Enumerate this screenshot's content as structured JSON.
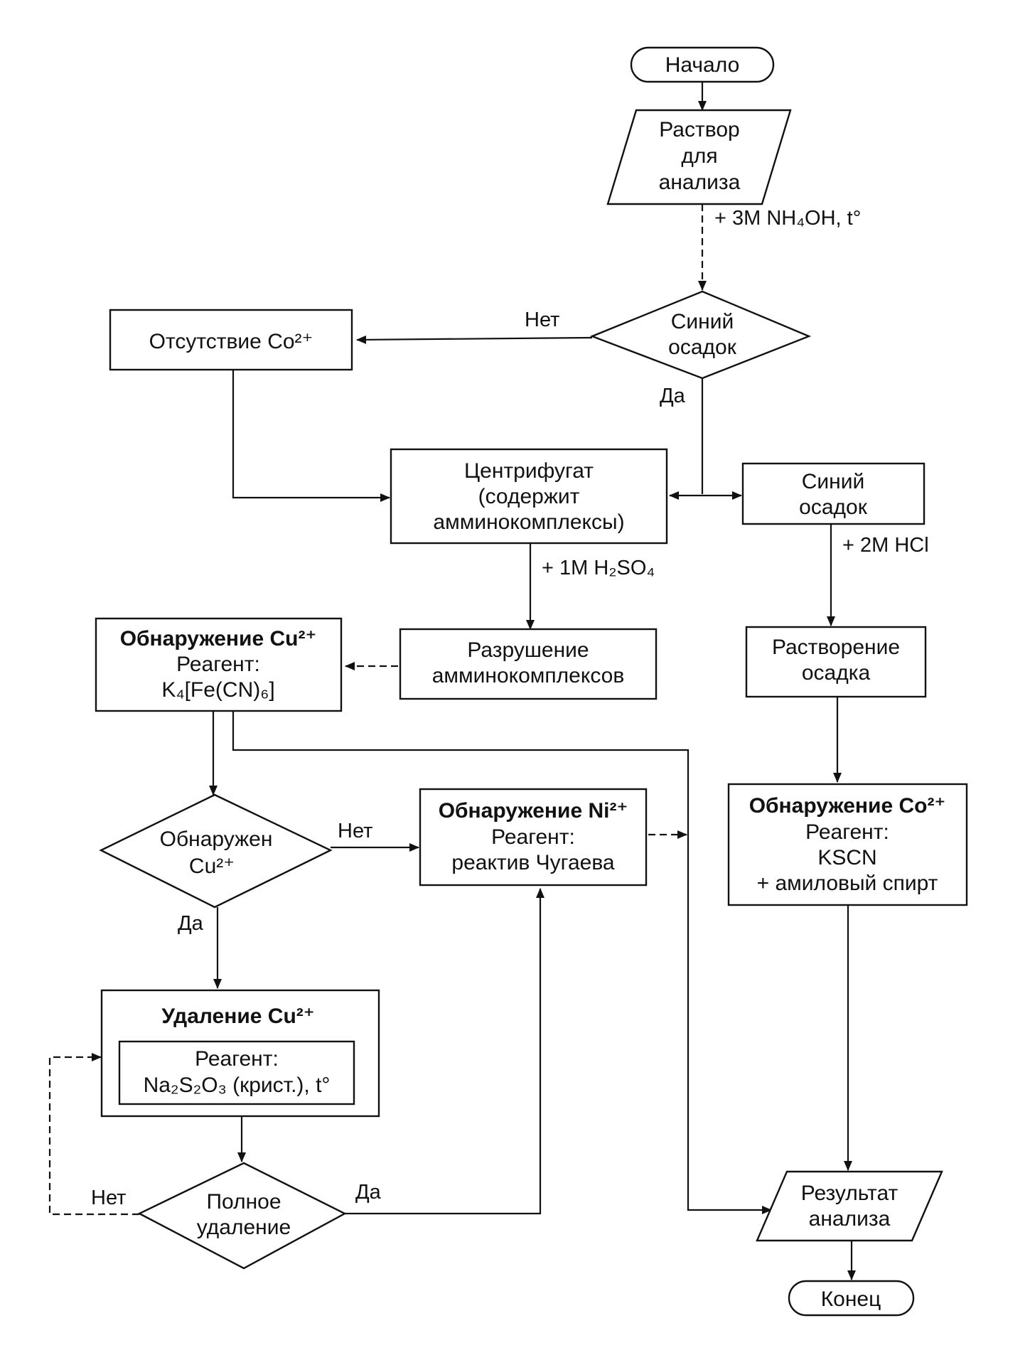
{
  "nodes": {
    "start": {
      "lines": [
        "Начало"
      ]
    },
    "input": {
      "lines": [
        "Раствор",
        "для",
        "анализа"
      ]
    },
    "decision_blue": {
      "lines": [
        "Синий",
        "осадок"
      ]
    },
    "no_co": {
      "lines": [
        "Отсутствие Co²⁺"
      ]
    },
    "centrifugate": {
      "lines": [
        "Центрифугат",
        "(содержит",
        "амминокомплексы)"
      ]
    },
    "blue_ppt": {
      "lines": [
        "Синий",
        "осадок"
      ]
    },
    "destroy": {
      "lines": [
        "Разрушение",
        "амминокомплексов"
      ]
    },
    "dissolve": {
      "lines": [
        "Растворение",
        "осадка"
      ]
    },
    "detect_cu": {
      "title": "Обнаружение Cu²⁺",
      "lines": [
        "Реагент:",
        "K₄[Fe(CN)₆]"
      ]
    },
    "decision_cu": {
      "lines": [
        "Обнаружен",
        "Cu²⁺"
      ]
    },
    "detect_ni": {
      "title": "Обнаружение Ni²⁺",
      "lines": [
        "Реагент:",
        "реактив Чугаева"
      ]
    },
    "detect_co": {
      "title": "Обнаружение Co²⁺",
      "lines": [
        "Реагент:",
        "KSCN",
        "+ амиловый спирт"
      ]
    },
    "remove_cu": {
      "title": "Удаление Cu²⁺",
      "lines": [
        "Реагент:",
        "Na₂S₂O₃ (крист.), t°"
      ]
    },
    "decision_full": {
      "lines": [
        "Полное",
        "удаление"
      ]
    },
    "result": {
      "lines": [
        "Результат",
        "анализа"
      ]
    },
    "end": {
      "lines": [
        "Конец"
      ]
    }
  },
  "edge_labels": {
    "nh4oh": "+ 3M NH₄OH, t°",
    "no_1": "Нет",
    "yes_1": "Да",
    "h2so4": "+ 1M H₂SO₄",
    "hcl": "+ 2M HCl",
    "no_2": "Нет",
    "yes_2": "Да",
    "no_3": "Нет",
    "yes_3": "Да"
  }
}
